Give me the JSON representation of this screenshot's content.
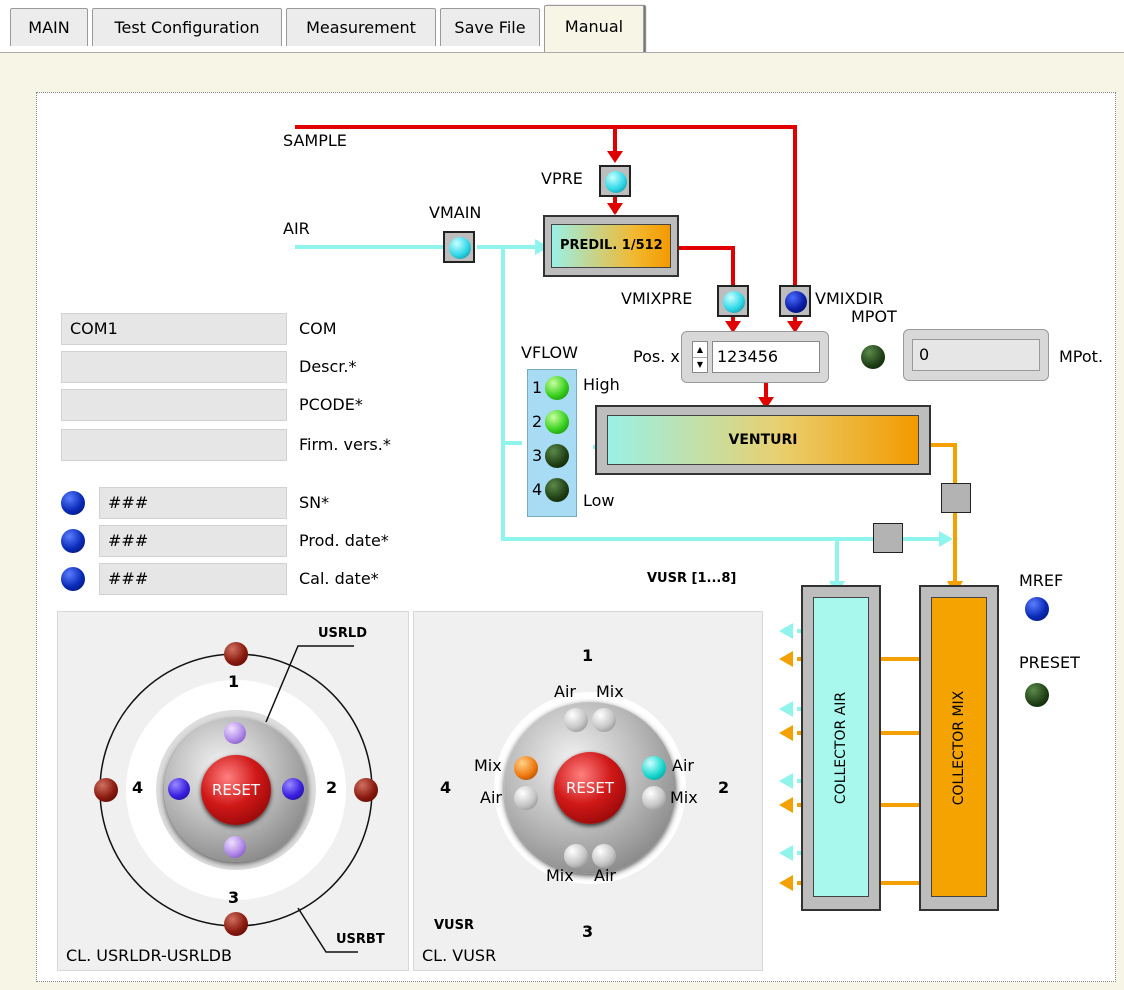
{
  "tabs": [
    {
      "label": "MAIN"
    },
    {
      "label": "Test Configuration"
    },
    {
      "label": "Measurement"
    },
    {
      "label": "Save File"
    },
    {
      "label": "Manual"
    }
  ],
  "colors": {
    "sample_line": "#e00000",
    "air_line": "#8ff5ec",
    "mix_line": "#f4a000"
  },
  "flow": {
    "sample_label": "SAMPLE",
    "air_label": "AIR",
    "vpre_label": "VPRE",
    "vmain_label": "VMAIN",
    "predil_label": "PREDIL. 1/512",
    "vmixpre_label": "VMIXPRE",
    "vmixdir_label": "VMIXDIR",
    "mpot_label": "MPOT",
    "mpot_value": "0",
    "mpot_unit": "MPot.",
    "pos_label": "Pos. x",
    "pos_value": "123456",
    "vflow_label": "VFLOW",
    "vflow_levels": [
      "1",
      "2",
      "3",
      "4"
    ],
    "vflow_high": "High",
    "vflow_low": "Low",
    "venturi_label": "VENTURI",
    "vusr_range_label": "VUSR [1...8]",
    "collector_air_label": "COLLECTOR AIR",
    "collector_mix_label": "COLLECTOR MIX",
    "mref_label": "MREF",
    "preset_label": "PRESET"
  },
  "info": {
    "com_value": "COM1",
    "com_label": "COM",
    "descr_value": "",
    "descr_label": "Descr.*",
    "pcode_value": "",
    "pcode_label": "PCODE*",
    "firm_value": "",
    "firm_label": "Firm. vers.*",
    "sn_value": "###",
    "sn_label": "SN*",
    "prod_value": "###",
    "prod_label": "Prod. date*",
    "cal_value": "###",
    "cal_label": "Cal. date*"
  },
  "cl_usrldr": {
    "caption": "CL. USRLDR-USRLDB",
    "usrld_label": "USRLD",
    "usrbt_label": "USRBT",
    "pos1": "1",
    "pos2": "2",
    "pos3": "3",
    "pos4": "4",
    "reset_label": "RESET"
  },
  "cl_vusr": {
    "caption": "CL. VUSR",
    "vusr_label": "VUSR",
    "pos1": "1",
    "pos2": "2",
    "pos3": "3",
    "pos4": "4",
    "reset_label": "RESET",
    "top_air": "Air",
    "top_mix": "Mix",
    "right_air": "Air",
    "right_mix": "Mix",
    "bottom_mix": "Mix",
    "bottom_air": "Air",
    "left_mix": "Mix",
    "left_air": "Air"
  }
}
